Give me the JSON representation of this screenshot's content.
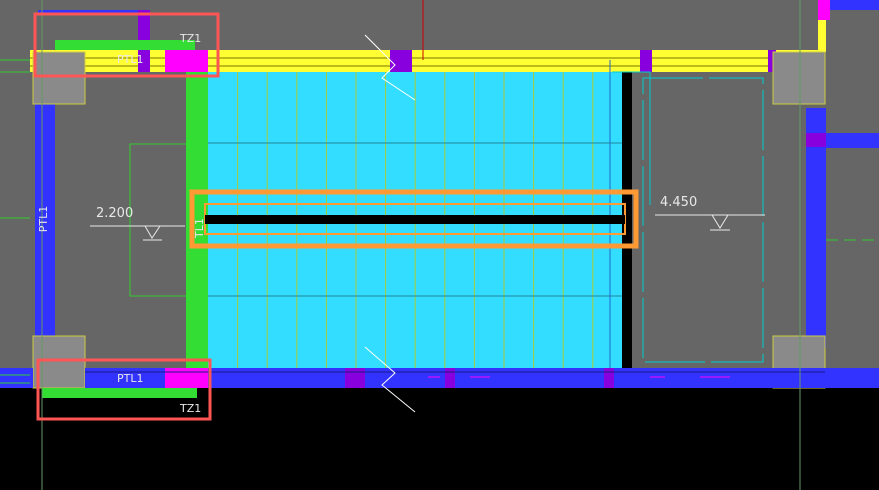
{
  "labels": {
    "tz1_top": "TZ1",
    "ptl1_top": "PTL1",
    "ptl1_left": "PTL1",
    "tl1_mid": "TL1",
    "elev_left": "2.200",
    "elev_right": "4.450",
    "ptl1_bottom": "PTL1",
    "tz1_bottom": "TZ1"
  },
  "colors": {
    "background": "#666666",
    "below": "#000000",
    "stair_fill": "#33ddff",
    "beam_yellow": "#ffff33",
    "beam_blue": "#3333ff",
    "beam_green": "#33dd33",
    "magenta": "#ff00ff",
    "purple": "#8800dd",
    "highlight_red": "#ff5555",
    "highlight_orange": "#ff9933",
    "column_gray": "#8a8a8a",
    "column_edge": "#cccc44",
    "grid_line": "#33cc33",
    "cyan_line": "#00cccc"
  }
}
